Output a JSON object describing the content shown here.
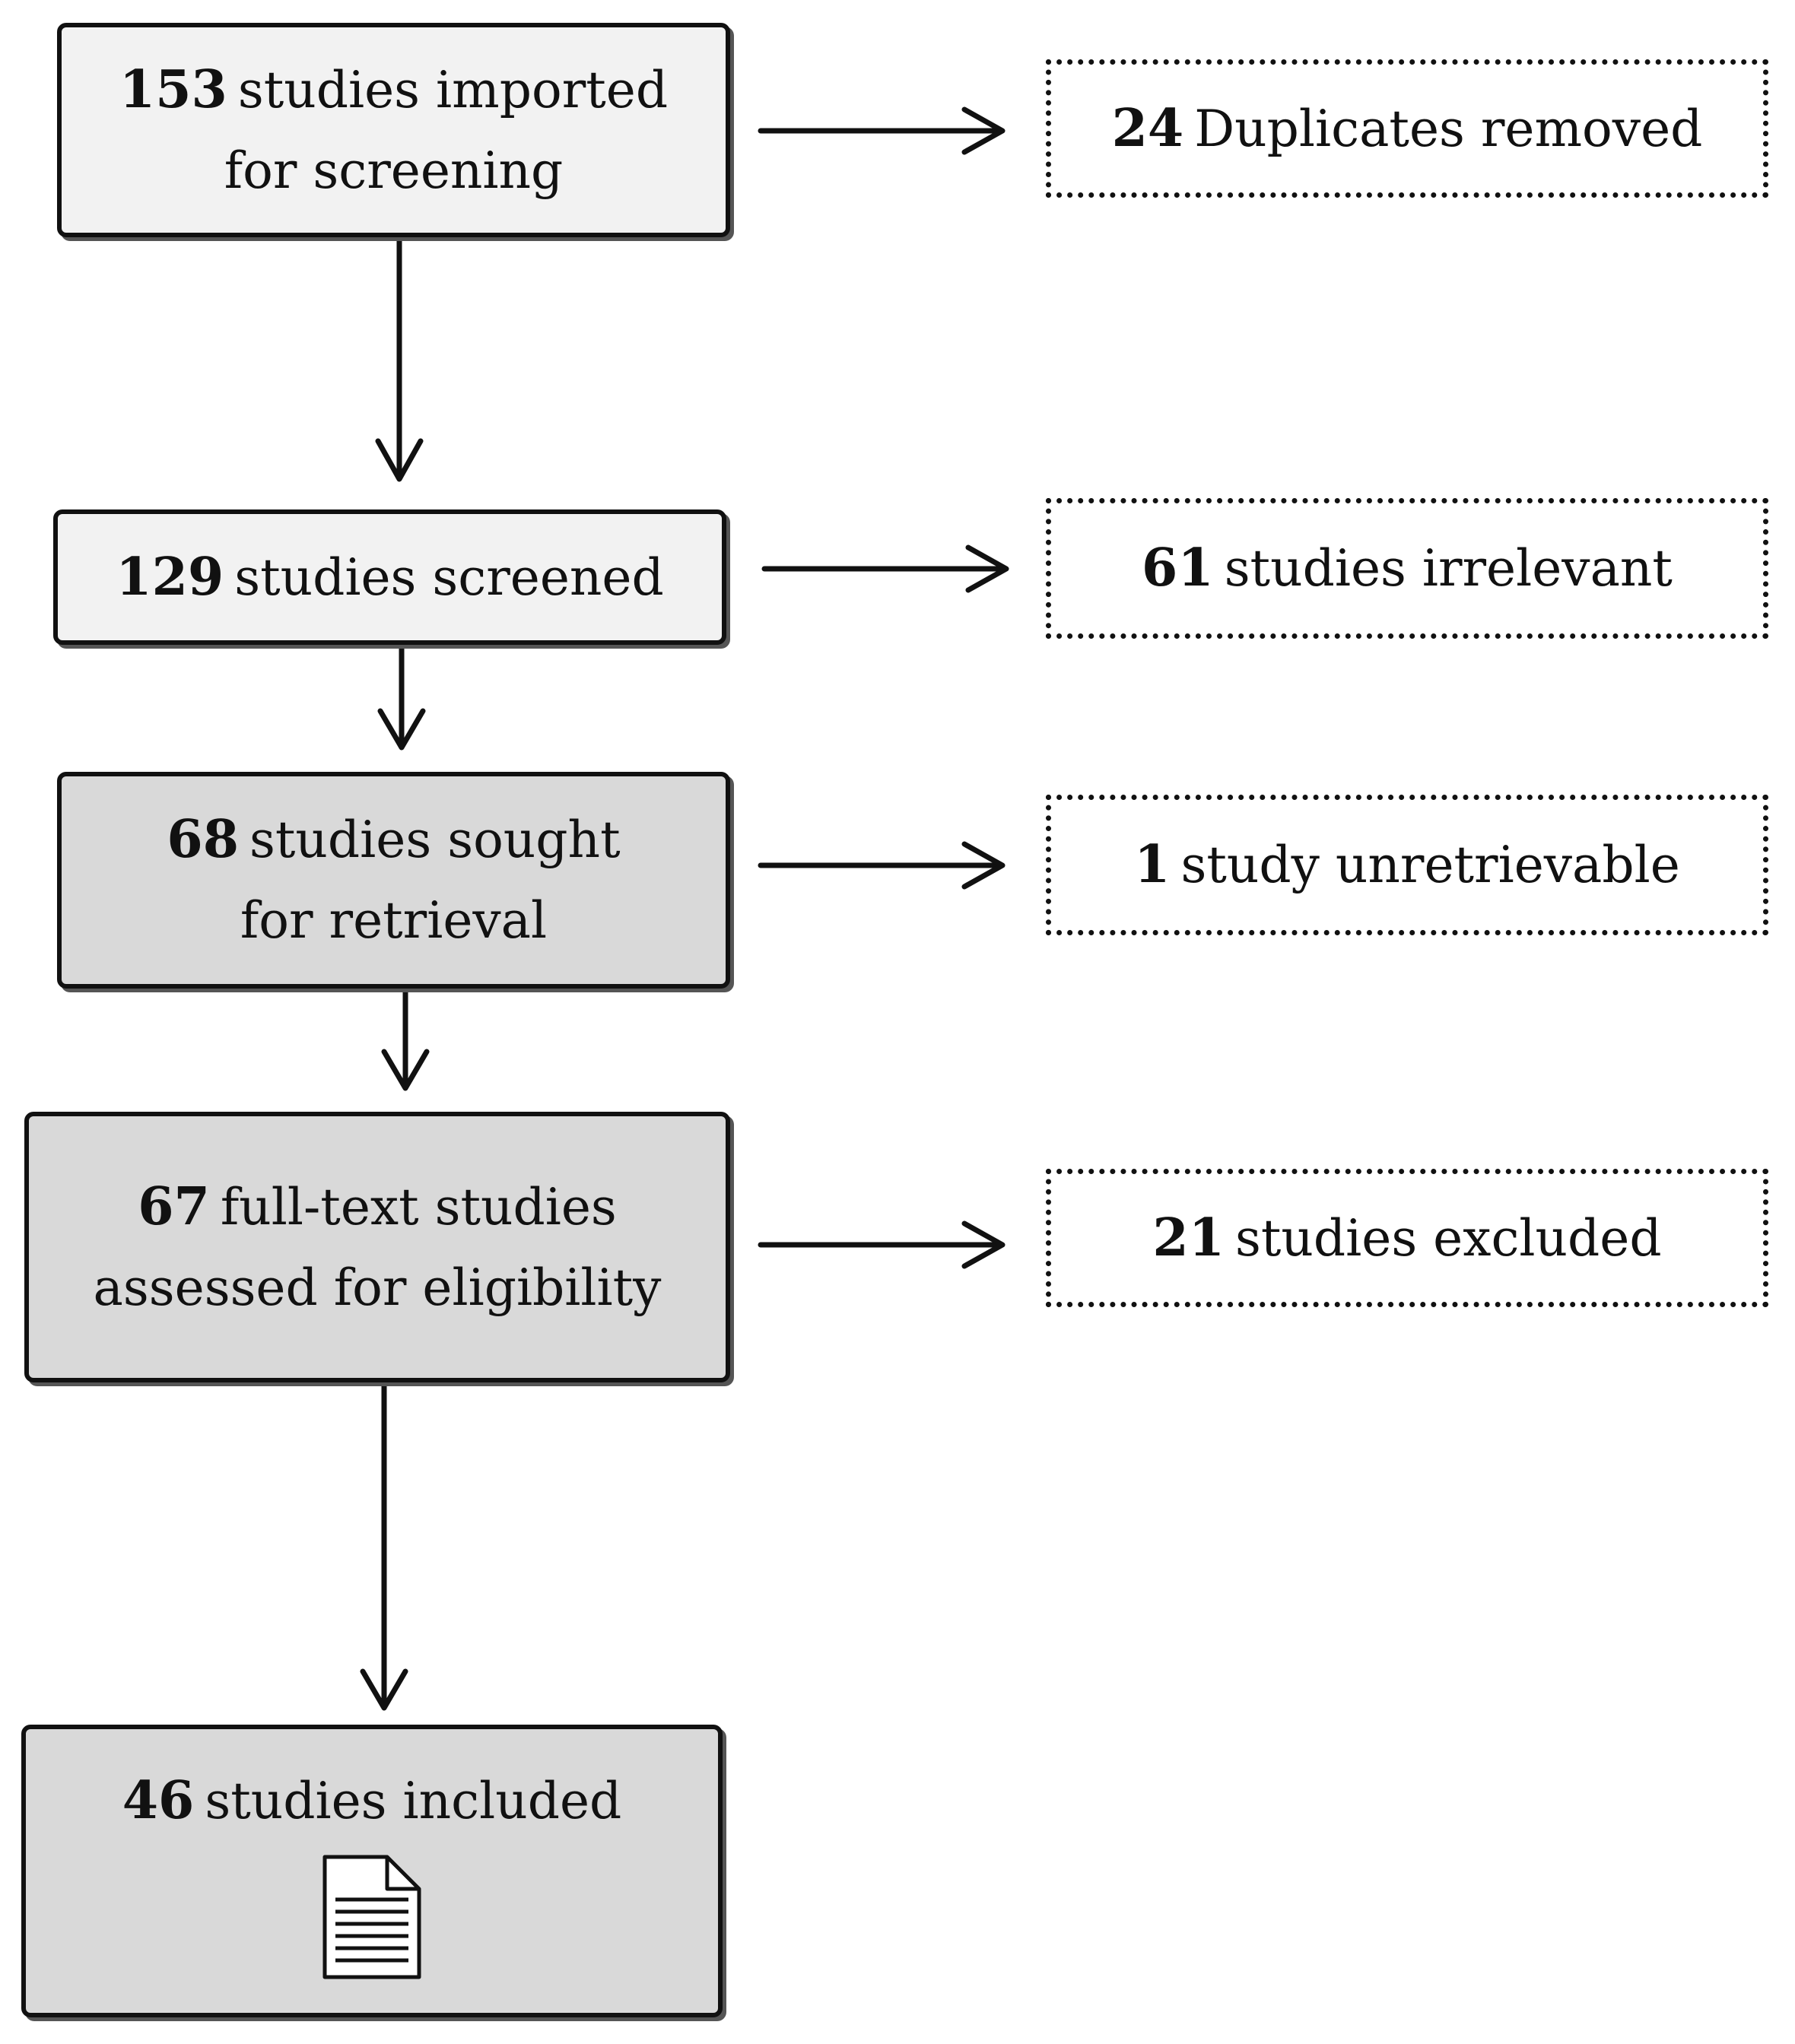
{
  "main": [
    {
      "count": "153",
      "line1": "studies imported",
      "line2": "for screening",
      "shade": "light"
    },
    {
      "count": "129",
      "line1": "studies screened",
      "line2": "",
      "shade": "light"
    },
    {
      "count": "68",
      "line1": "studies sought",
      "line2": "for retrieval",
      "shade": "dark"
    },
    {
      "count": "67",
      "line1": "full-text studies",
      "line2": "assessed for eligibility",
      "shade": "dark"
    },
    {
      "count": "46",
      "line1": "studies included",
      "line2": "",
      "shade": "dark"
    }
  ],
  "side": [
    {
      "count": "24",
      "text": "Duplicates removed"
    },
    {
      "count": "61",
      "text": "studies irrelevant"
    },
    {
      "count": "1",
      "text": "study unretrievable"
    },
    {
      "count": "21",
      "text": "studies excluded"
    }
  ],
  "colors": {
    "border": "#111111",
    "light_fill": "#f2f2f2",
    "dark_fill": "#d9d9d9"
  },
  "icons": {
    "included": "document-icon"
  }
}
